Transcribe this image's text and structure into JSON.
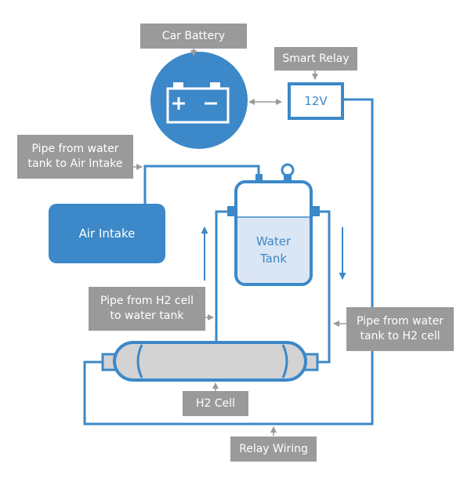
{
  "labels": {
    "car_battery": "Car Battery",
    "smart_relay": "Smart Relay",
    "relay_display": "12V",
    "pipe_water_to_air": [
      "Pipe from water",
      "tank to Air Intake"
    ],
    "air_intake": "Air Intake",
    "water_tank": [
      "Water",
      "Tank"
    ],
    "pipe_h2_to_water": [
      "Pipe from H2 cell",
      "to water tank"
    ],
    "pipe_water_to_h2": [
      "Pipe from water",
      "tank to H2 cell"
    ],
    "h2_cell": "H2 Cell",
    "relay_wiring": "Relay Wiring"
  },
  "colors": {
    "primary_blue": "#3c88c8",
    "label_gray": "#9a9a9a",
    "water_fill": "#dbe6f5",
    "cell_fill": "#d3d3d3",
    "arrow_gray": "#9a9a9a"
  },
  "icons": [
    "battery-icon",
    "connector-arrow-icon"
  ]
}
